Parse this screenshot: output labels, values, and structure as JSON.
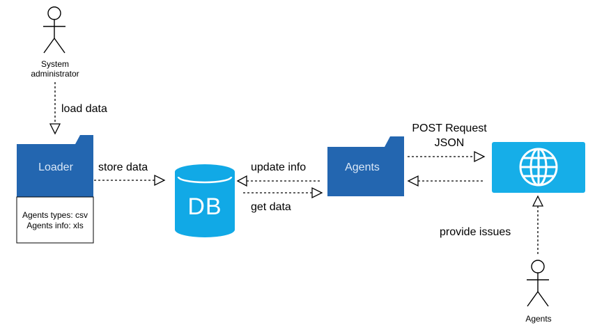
{
  "actors": {
    "admin": {
      "line1": "System",
      "line2": "administrator"
    },
    "agents": {
      "label": "Agents"
    }
  },
  "nodes": {
    "loader": {
      "label": "Loader",
      "note_line1": "Agents types: csv",
      "note_line2": "Agents info: xls"
    },
    "db": {
      "label": "DB"
    },
    "agents": {
      "label": "Agents"
    },
    "web": {
      "icon": "globe-icon"
    }
  },
  "edges": {
    "load_data": "load data",
    "store_data": "store data",
    "update_info": "update info",
    "get_data": "get data",
    "post_line1": "POST Request",
    "post_line2": "JSON",
    "provide_issues": "provide issues"
  },
  "colors": {
    "folder_blue": "#2366b0",
    "db_cyan": "#11a9e6",
    "web_cyan": "#16aee8",
    "line": "#000000"
  }
}
